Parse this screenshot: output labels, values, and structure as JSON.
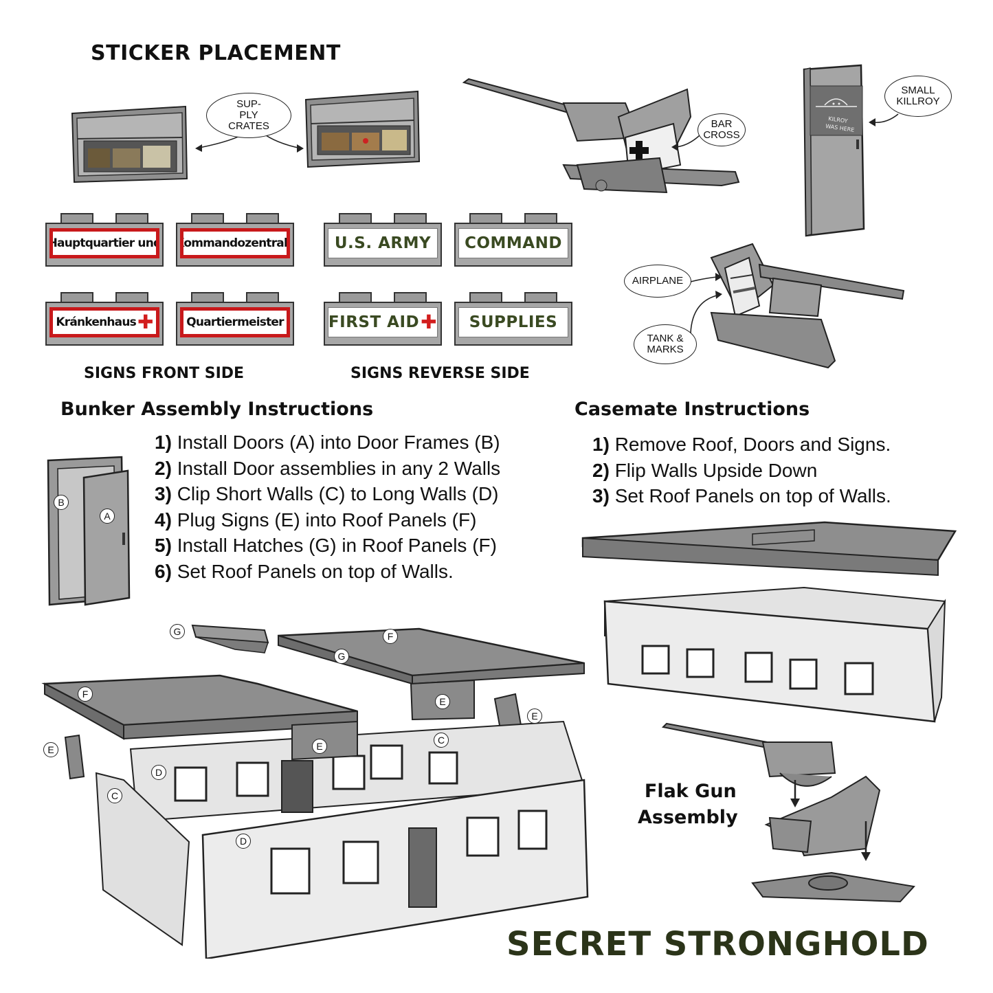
{
  "sticker_placement": {
    "title": "STICKER PLACEMENT",
    "callouts": {
      "supply_crates": "SUP-\nPLY\nCRATES",
      "bar_cross": "BAR\nCROSS",
      "small_killroy": "SMALL\nKILLROY",
      "airplane": "AIRPLANE",
      "tank_marks": "TANK &\nMARKS"
    },
    "killroy_text": "KILROY\nWAS HERE"
  },
  "signs_front": {
    "label": "SIGNS FRONT SIDE",
    "items": [
      "Hauptquartier und",
      "Kommandozentrale",
      "Kránkenhaus",
      "Quartiermeister"
    ]
  },
  "signs_reverse": {
    "label": "SIGNS REVERSE SIDE",
    "items": [
      "U.S. ARMY",
      "COMMAND",
      "FIRST AID",
      "SUPPLIES"
    ]
  },
  "bunker": {
    "title": "Bunker Assembly Instructions",
    "steps": [
      {
        "num": "1)",
        "text": "Install Doors (A) into Door Frames (B)"
      },
      {
        "num": "2)",
        "text": "Install Door assemblies in any 2 Walls"
      },
      {
        "num": "3)",
        "text": "Clip Short Walls (C) to Long Walls (D)"
      },
      {
        "num": "4)",
        "text": "Plug Signs (E) into Roof Panels (F)"
      },
      {
        "num": "5)",
        "text": "Install Hatches (G) in Roof Panels (F)"
      },
      {
        "num": "6)",
        "text": "Set Roof Panels on top of Walls."
      }
    ]
  },
  "casemate": {
    "title": "Casemate Instructions",
    "steps": [
      {
        "num": "1)",
        "text": "Remove Roof, Doors and Signs."
      },
      {
        "num": "2)",
        "text": "Flip Walls Upside Down"
      },
      {
        "num": "3)",
        "text": "Set Roof Panels on top of Walls."
      }
    ]
  },
  "part_labels": {
    "a": "A",
    "b": "B",
    "c": "C",
    "d": "D",
    "e": "E",
    "f": "F",
    "g": "G"
  },
  "flak": {
    "line1": "Flak Gun",
    "line2": "Assembly"
  },
  "brand": "SECRET STRONGHOLD",
  "colors": {
    "part_gray": "#9a9a9a",
    "wall_light": "#ececec",
    "sign_red": "#c8191b",
    "army_green": "#3a4a22",
    "brand_green": "#2b3419"
  }
}
